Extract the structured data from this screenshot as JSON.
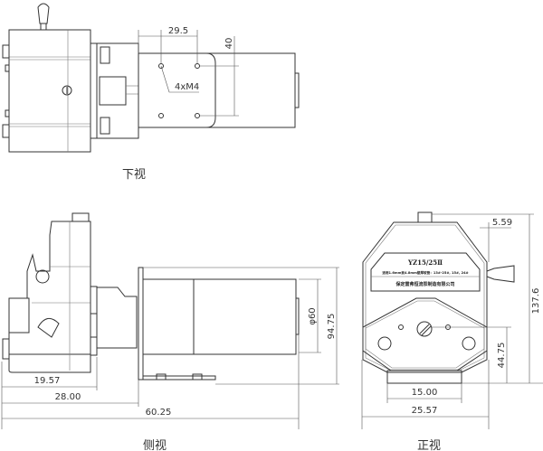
{
  "views": {
    "bottom": {
      "caption": "下视",
      "dimensions": {
        "hole_spacing_x": "29.5",
        "hole_spacing_y": "40",
        "holes": "4xM4"
      }
    },
    "side": {
      "caption": "侧视",
      "dimensions": {
        "d1": "19.57",
        "d2": "28.00",
        "d3": "60.25",
        "motor_diameter": "φ60",
        "height": "94.75"
      }
    },
    "front": {
      "caption": "正视",
      "model": "YZ15/25Ⅱ",
      "spec_line": "适用1.6mm到4.8mm壁厚软管：13#-25#, 15#, 24#",
      "maker": "保定雷弗恒流泵制造有限公司",
      "dimensions": {
        "top_offset": "5.59",
        "total_height": "137.6",
        "shaft_height": "44.75",
        "base_inner": "15.00",
        "base_outer": "25.57"
      }
    }
  }
}
